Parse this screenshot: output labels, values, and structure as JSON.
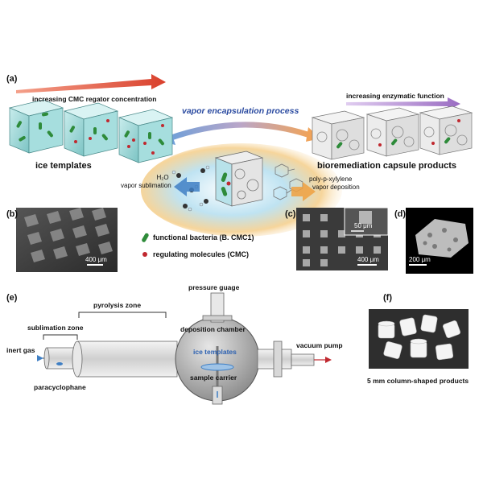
{
  "panels": {
    "a": "(a)",
    "b": "(b)",
    "c": "(c)",
    "d": "(d)",
    "e": "(e)",
    "f": "(f)"
  },
  "top": {
    "left_arrow_text": "increasing CMC regator concentration",
    "right_arrow_text": "increasing enzymatic function",
    "process_text": "vapor encapsulation process",
    "ice_templates": "ice templates",
    "capsule_products": "bioremediation capsule products",
    "sublimation_line1": "H₂O",
    "sublimation_line2": "vapor sublimation",
    "deposition_line1": "poly-p-xylylene",
    "deposition_line2": "vapor deposition",
    "legend_bacteria": "functional bacteria (B. CMC1)",
    "legend_molecules": "regulating molecules (CMC)"
  },
  "scale_bars": {
    "b": "400 μm",
    "c": "400 μm",
    "c_inset": "50 μm",
    "d": "200 μm"
  },
  "apparatus": {
    "pyrolysis_zone": "pyrolysis zone",
    "sublimation_zone": "sublimation zone",
    "inert_gas": "inert gas",
    "paracyclophane": "paracyclophane",
    "pressure_gauge": "pressure guage",
    "deposition_chamber": "deposition chamber",
    "ice_templates": "ice templates",
    "sample_carrier": "sample carrier",
    "vacuum_pump": "vacuum pump"
  },
  "products": {
    "caption": "5 mm column-shaped products"
  },
  "colors": {
    "bacteria": "#2e8b3a",
    "molecule": "#c0282f",
    "arrow_red": "#e0523c",
    "arrow_purple": "#a27bc6",
    "process_blue": "#2a4aa0",
    "sublimation_blue": "#3f7fc4",
    "deposition_orange": "#f0a040"
  }
}
